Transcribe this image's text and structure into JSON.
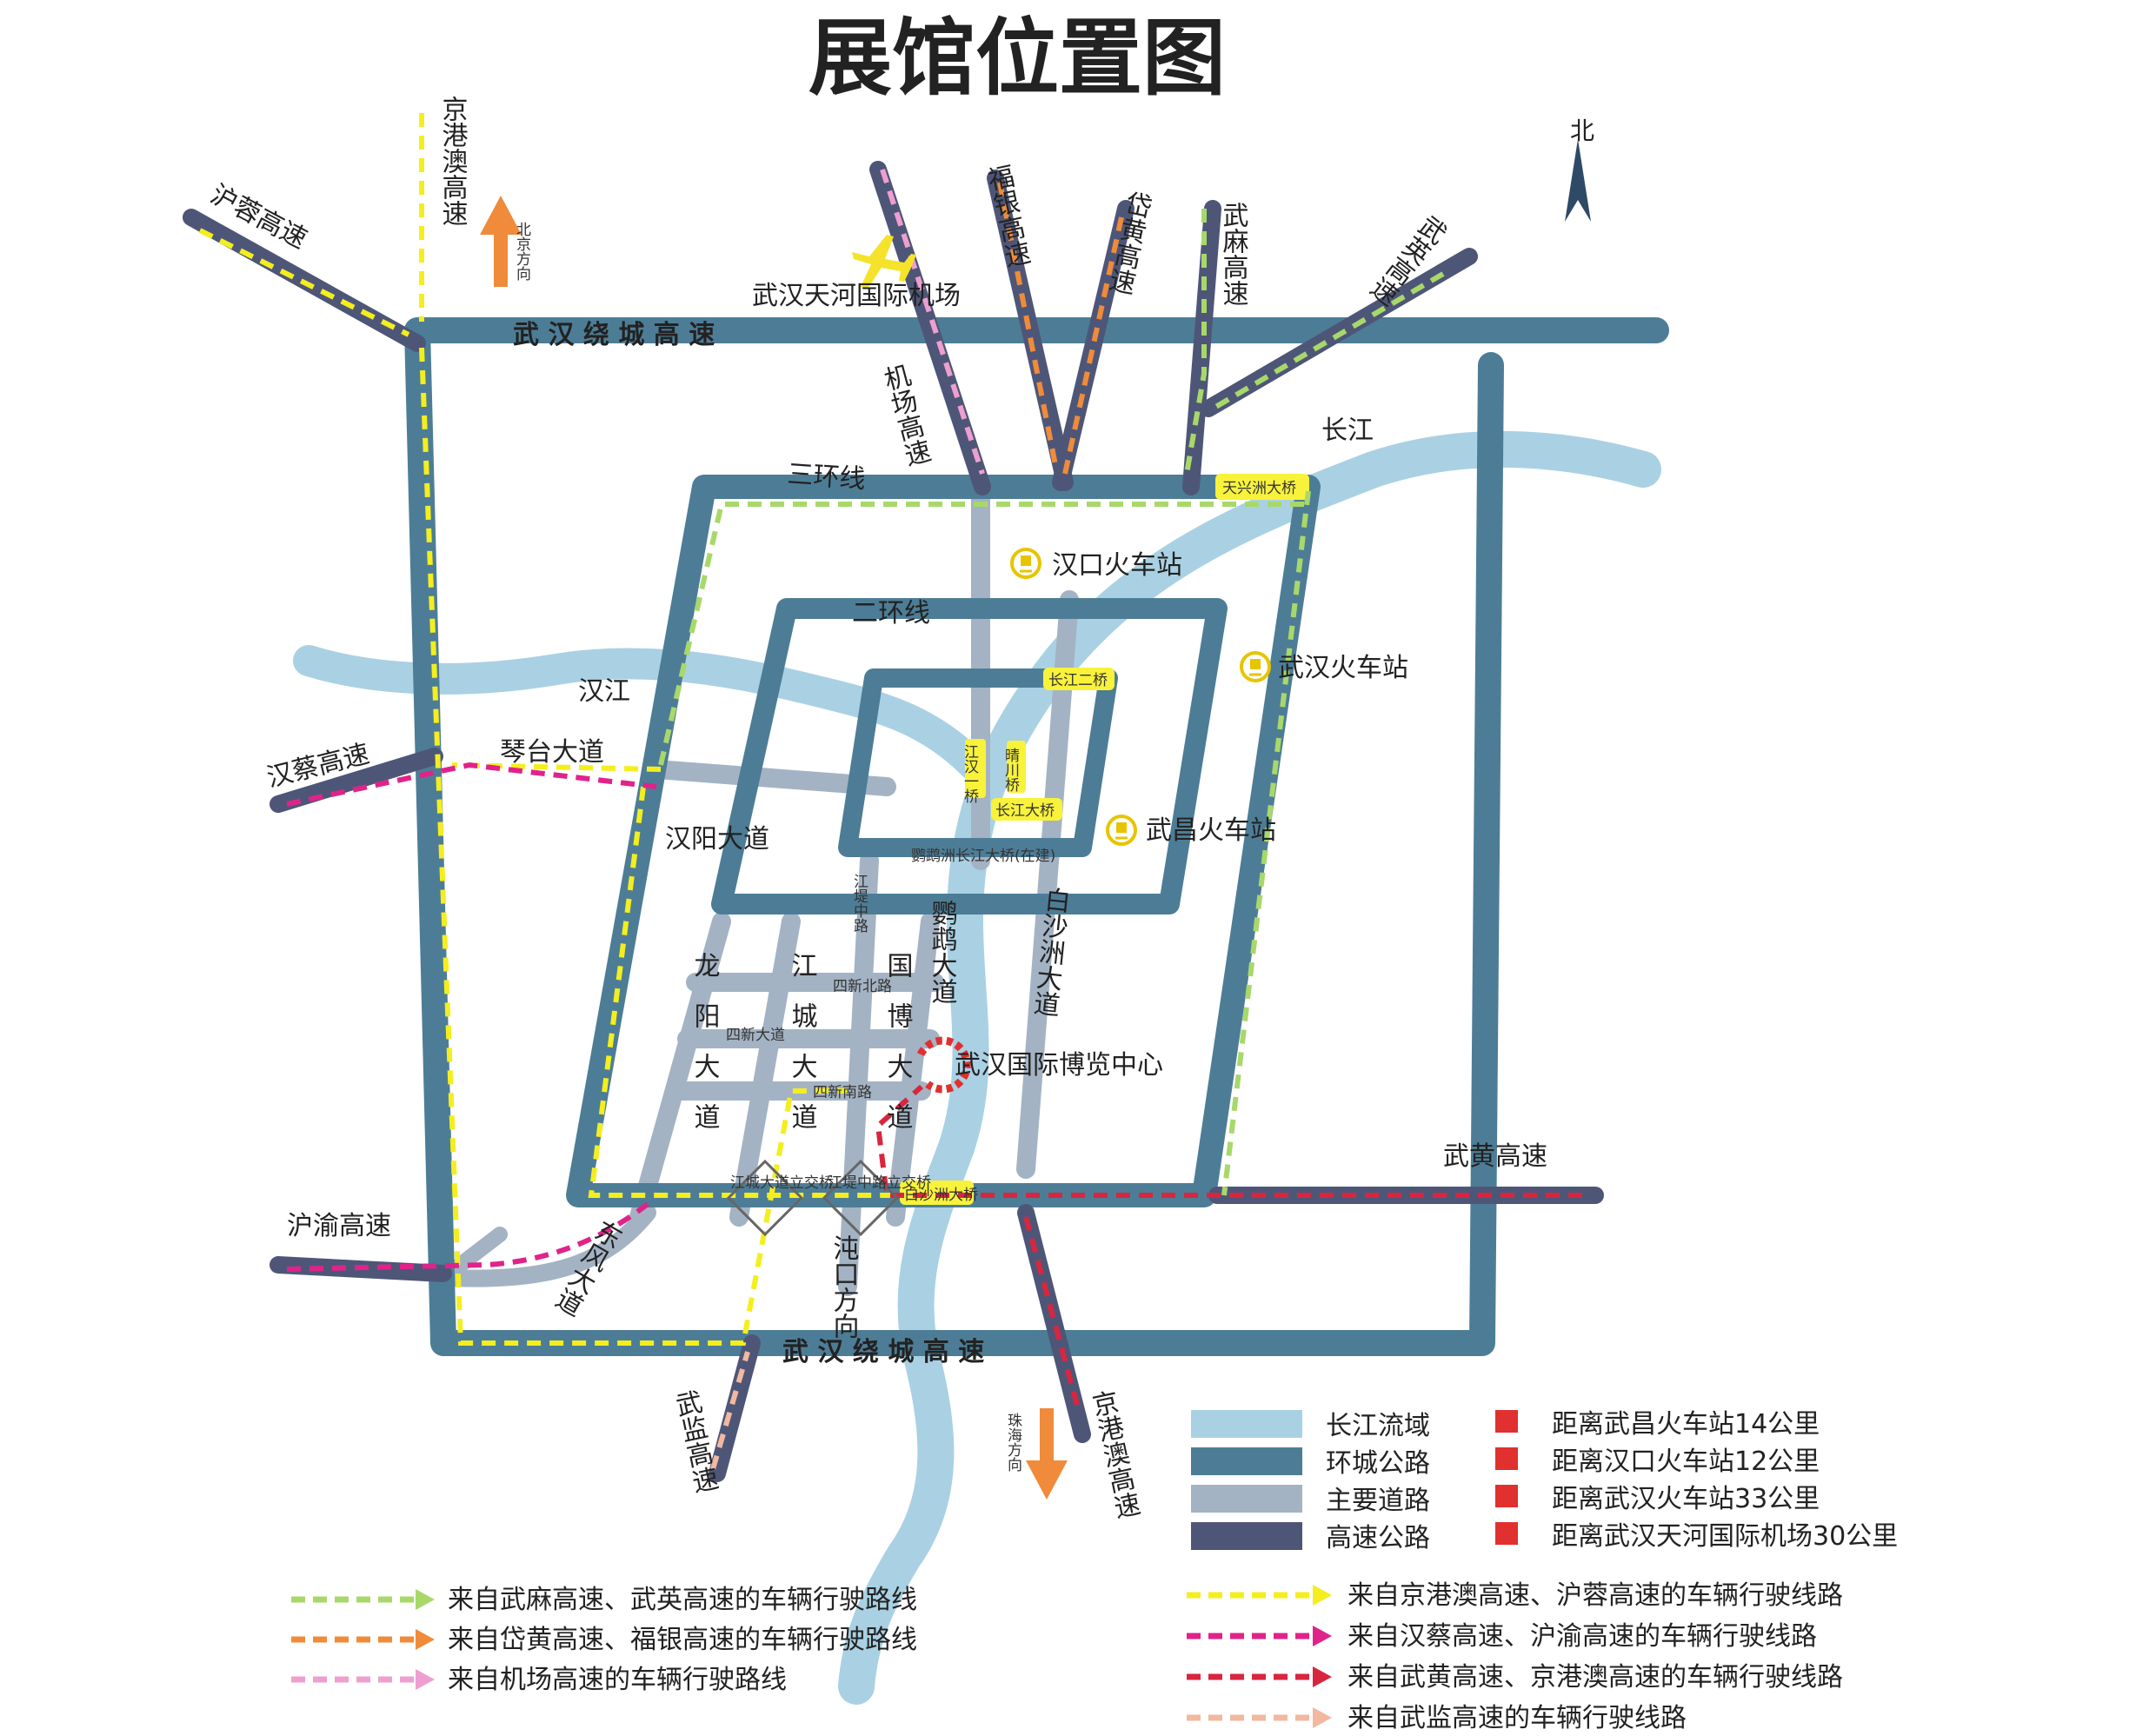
{
  "title": "展馆位置图",
  "north": "北",
  "colors": {
    "river": "#a9d1e3",
    "ring": "#4d7d96",
    "main_road": "#a3b3c4",
    "highway": "#4e5678",
    "bridge": "#f8f23a",
    "venue": "#e0302f"
  },
  "highways": {
    "jinggangao": "京港澳高速",
    "jinggangao_s": "京港澳高速",
    "hurong": "沪蓉高速",
    "fuyin": "福银高速",
    "daihuang": "岱黄高速",
    "wuma": "武麻高速",
    "wuying": "武英高速",
    "jichang": "机场高速",
    "hancai": "汉蔡高速",
    "huyu": "沪渝高速",
    "wuhuang": "武黄高速",
    "wujian": "武监高速"
  },
  "rings": {
    "outer_top": "武 汉 绕 城 高 速",
    "outer_bottom": "武 汉 绕 城 高 速",
    "third": "三环线",
    "second": "二环线"
  },
  "roads": {
    "qintai": "琴台大道",
    "hanyang": "汉阳大道",
    "longyang": "龙阳大道",
    "jiangcheng": "江城大道",
    "guobo": "国博大道",
    "yingwu": "鹦鹉大道",
    "baishazhou": "白沙洲大道",
    "dongfeng": "东风大道",
    "jiangdizhong": "江堤中路",
    "sixin_bei": "四新北路",
    "sixin_dadao": "四新大道",
    "sixin_nan": "四新南路"
  },
  "rivers": {
    "changjiang": "长江",
    "hanjiang": "汉江"
  },
  "bridges": {
    "tianxingzhou": "天兴洲大桥",
    "changjiang2": "长江二桥",
    "jianghan1": "江汉一桥",
    "qingchuan": "晴川桥",
    "changjiang": "长江大桥",
    "yingwuzhou": "鹦鹉洲长江大桥(在建)",
    "baishazhou": "白沙洲大桥"
  },
  "interchanges": {
    "jiangcheng": "江城大道立交桥",
    "jiangdizhong": "江堤中路立交桥"
  },
  "places": {
    "airport": "武汉天河国际机场",
    "hankou_station": "汉口火车站",
    "wuhan_station": "武汉火车站",
    "wuchang_station": "武昌火车站",
    "venue": "武汉国际博览中心"
  },
  "directions": {
    "beijing": "北京方向",
    "zhuhai": "珠海方向",
    "hekou": "沌口方向"
  },
  "legend_areas": [
    {
      "label": "长江流域",
      "color": "#a9d1e3"
    },
    {
      "label": "环城公路",
      "color": "#4d7d96"
    },
    {
      "label": "主要道路",
      "color": "#a3b3c4"
    },
    {
      "label": "高速公路",
      "color": "#4e5678"
    }
  ],
  "distances": [
    "距离武昌火车站14公里",
    "距离汉口火车站12公里",
    "距离武汉火车站33公里",
    "距离武汉天河国际机场30公里"
  ],
  "routes_left": [
    {
      "label": "来自武麻高速、武英高速的车辆行驶路线",
      "color": "#a8d86a"
    },
    {
      "label": "来自岱黄高速、福银高速的车辆行驶路线",
      "color": "#ef8b3a"
    },
    {
      "label": "来自机场高速的车辆行驶路线",
      "color": "#ee9fcf"
    }
  ],
  "routes_right": [
    {
      "label": "来自京港澳高速、沪蓉高速的车辆行驶线路",
      "color": "#f4ee1e"
    },
    {
      "label": "来自汉蔡高速、沪渝高速的车辆行驶线路",
      "color": "#e0238a"
    },
    {
      "label": "来自武黄高速、京港澳高速的车辆行驶线路",
      "color": "#d8263f"
    },
    {
      "label": "来自武监高速的车辆行驶线路",
      "color": "#f2b8a0"
    }
  ]
}
